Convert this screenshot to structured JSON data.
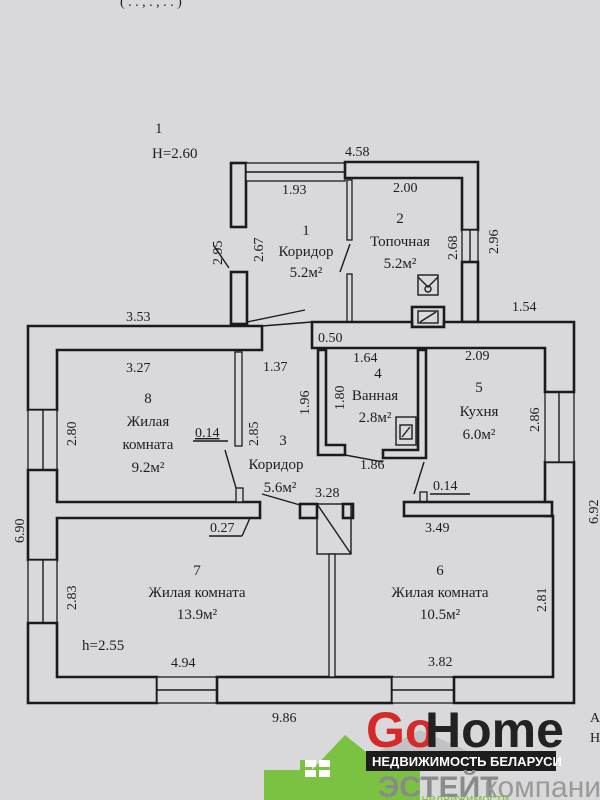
{
  "header": {
    "partial_text": "( . . , . , . . )"
  },
  "plan": {
    "floor_number": "1",
    "height_main": "H=2.60",
    "height_secondary": "h=2.55",
    "rooms": [
      {
        "number": "1",
        "name": "Коридор",
        "area": "5.2м²"
      },
      {
        "number": "2",
        "name": "Топочная",
        "area": "5.2м²"
      },
      {
        "number": "3",
        "name": "Коридор",
        "area": "5.6м²"
      },
      {
        "number": "4",
        "name": "Ванная",
        "area": "2.8м²"
      },
      {
        "number": "5",
        "name": "Кухня",
        "area": "6.0м²"
      },
      {
        "number": "6",
        "name": "Жилая комната",
        "area": "10.5м²"
      },
      {
        "number": "7",
        "name": "Жилая комната",
        "area": "13.9м²"
      },
      {
        "number": "8",
        "name_line1": "Жилая",
        "name_line2": "комната",
        "area": "9.2м²"
      }
    ],
    "dimensions": {
      "top_total": "4.58",
      "room1_width": "1.93",
      "room2_width": "2.00",
      "room1_depth": "2.67",
      "porch_left": "2.95",
      "room2_depth": "2.68",
      "outer_right_top": "2.96",
      "left_wing_top": "3.53",
      "right_wing_top": "1.54",
      "room8_width": "3.27",
      "corridor_width": "1.37",
      "chimney_wall": "0.50",
      "bath_width": "1.64",
      "kitchen_width": "2.09",
      "corridor_depth": "1.96",
      "bath_depth": "1.80",
      "kitchen_depth": "2.86",
      "room8_depth": "2.80",
      "partition_8": "2.85",
      "niche_8": "0.14",
      "bath_bottom": "1.86",
      "niche_5": "0.14",
      "corridor_bottom": "3.28",
      "niche_7": "0.27",
      "room6_top": "3.49",
      "left_total": "6.90",
      "right_total": "6.92",
      "room7_depth": "2.83",
      "room6_depth": "2.81",
      "room7_width": "4.94",
      "room6_width": "3.82",
      "bottom_total": "9.86"
    },
    "margin_right_letters": [
      "А",
      "Н"
    ]
  },
  "watermark": {
    "brand_part1": "Go",
    "brand_part2": "Home",
    "tagline": "НЕДВИЖИМОСТЬ БЕЛАРУСИ",
    "company_bold": "ЭСТЕЙТ",
    "company_light": "компани",
    "company_sub": "центр недвижимости",
    "colors": {
      "red": "#d42a2a",
      "dark": "#222222",
      "green": "#7cc242",
      "gray": "#8a8a8a",
      "band": "#1d1d1d"
    }
  }
}
